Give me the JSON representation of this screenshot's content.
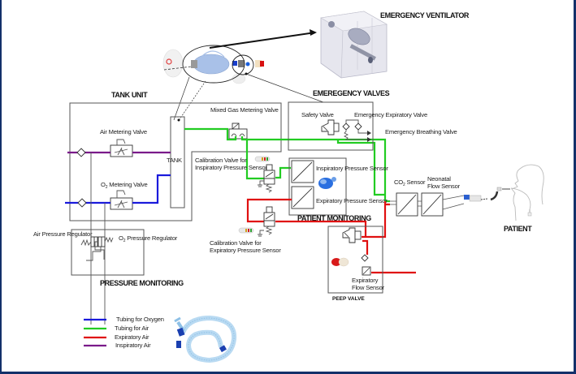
{
  "title": "EMERGENCY VENTILATOR",
  "sections": {
    "tank_unit": "TANK UNIT",
    "emergency_valves": "EMEREGENCY VALVES",
    "patient_monitoring": "PATIENT MONITORING",
    "pressure_monitoring": "PRESSURE MONITORING",
    "peep_valve": "PEEP VALVE",
    "patient": "PATIENT"
  },
  "components": {
    "tank": "TANK",
    "air_metering_valve": "Air Metering Valve",
    "o2_metering_valve_prefix": "O",
    "o2_metering_valve_sub": "2",
    "o2_metering_valve_suffix": " Metering Valve",
    "mixed_gas_metering_valve": "Mixed Gas Metering Valve",
    "safety_valve": "Safety Valve",
    "emergency_expiratory_valve": "Emergency Expiratory Valve",
    "emergency_breathing_valve": "Emergency Breathing Valve",
    "calibration_inspiratory_line1": "Calibration Valve for",
    "calibration_inspiratory_line2": "Inspiratory  Pressure Sensor",
    "calibration_expiratory_line1": "Calibration Valve for",
    "calibration_expiratory_line2": "Expiratory  Pressure Sensor",
    "inspiratory_pressure_sensor": "Inspiratory  Pressure Sensor",
    "expiratory_pressure_sensor": "Expiratory  Pressure Sensor",
    "co2_sensor_prefix": "CO",
    "co2_sensor_sub": "2",
    "co2_sensor_suffix": " Sensor",
    "neonatal_flow_sensor_line1": "Neonatal",
    "neonatal_flow_sensor_line2": "Flow Sensor",
    "expiratory_flow_sensor_line1": "Expiratory",
    "expiratory_flow_sensor_line2": "Flow Sensor",
    "air_pressure_regulator": "Air Pressure Regulator",
    "o2_pressure_regulator_prefix": "O",
    "o2_pressure_regulator_sub": "2",
    "o2_pressure_regulator_suffix": " Pressure Regulator"
  },
  "legend": [
    {
      "label": "Tubing for Oxygen",
      "color": "#1a1adc"
    },
    {
      "label": "Tubing for Air",
      "color": "#22cc22"
    },
    {
      "label": "Expiratory Air",
      "color": "#e01010"
    },
    {
      "label": "Inspiratory Air",
      "color": "#7a1a8a"
    }
  ],
  "colors": {
    "oxygen": "#1a1adc",
    "air": "#22cc22",
    "expiratory": "#e01010",
    "inspiratory": "#7a1a8a",
    "frame": "#13306a"
  }
}
